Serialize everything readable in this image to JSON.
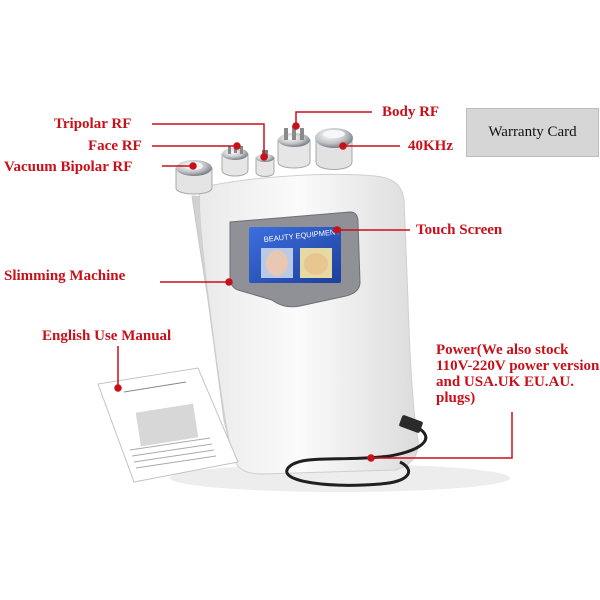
{
  "labels": {
    "body_rf": "Body RF",
    "tripolar_rf": "Tripolar RF",
    "face_rf": "Face RF",
    "vacuum_bipolar_rf": "Vacuum Bipolar RF",
    "khz40": "40KHz",
    "warranty_card": "Warranty Card",
    "touch_screen": "Touch Screen",
    "slimming_machine": "Slimming Machine",
    "english_use_manual": "English Use Manual",
    "power": "Power(We also stock 110V-220V power version and USA.UK EU.AU. plugs)"
  },
  "screen": {
    "title": "BEAUTY EQUIPMENT"
  },
  "colors": {
    "label_red": "#c8101a",
    "device_white": "#f2f2f2",
    "panel_gray": "#8d8f92",
    "screen_blue": "#2f5cc8"
  }
}
